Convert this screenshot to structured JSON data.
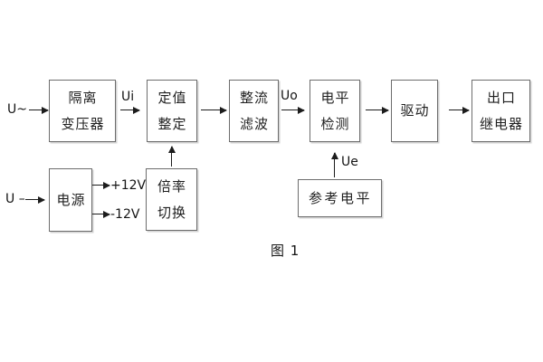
{
  "caption": "图 1",
  "inputs": {
    "ac": "U~",
    "dc": "U –"
  },
  "signals": {
    "ui": "Ui",
    "uo": "Uo",
    "ue": "Ue",
    "plus12": "+12V",
    "minus12": "-12V"
  },
  "blocks": {
    "isolation_transformer": {
      "line1": "隔离",
      "line2": "变压器"
    },
    "setpoint_adjust": {
      "line1": "定值",
      "line2": "整定"
    },
    "rectifier_filter": {
      "line1": "整流",
      "line2": "滤波"
    },
    "level_detect": {
      "line1": "电平",
      "line2": "检测"
    },
    "driver": {
      "line1": "驱动"
    },
    "output_relay": {
      "line1": "出口",
      "line2": "继电器"
    },
    "power_supply": {
      "line1": "电源"
    },
    "ratio_switch": {
      "line1": "倍率",
      "line2": "切换"
    },
    "reference_level": {
      "line1": "参考电平"
    }
  },
  "colors": {
    "box_border": "#6d6d6d",
    "line": "#1c1c1c",
    "text": "#1f1f1f",
    "background": "#ffffff"
  }
}
